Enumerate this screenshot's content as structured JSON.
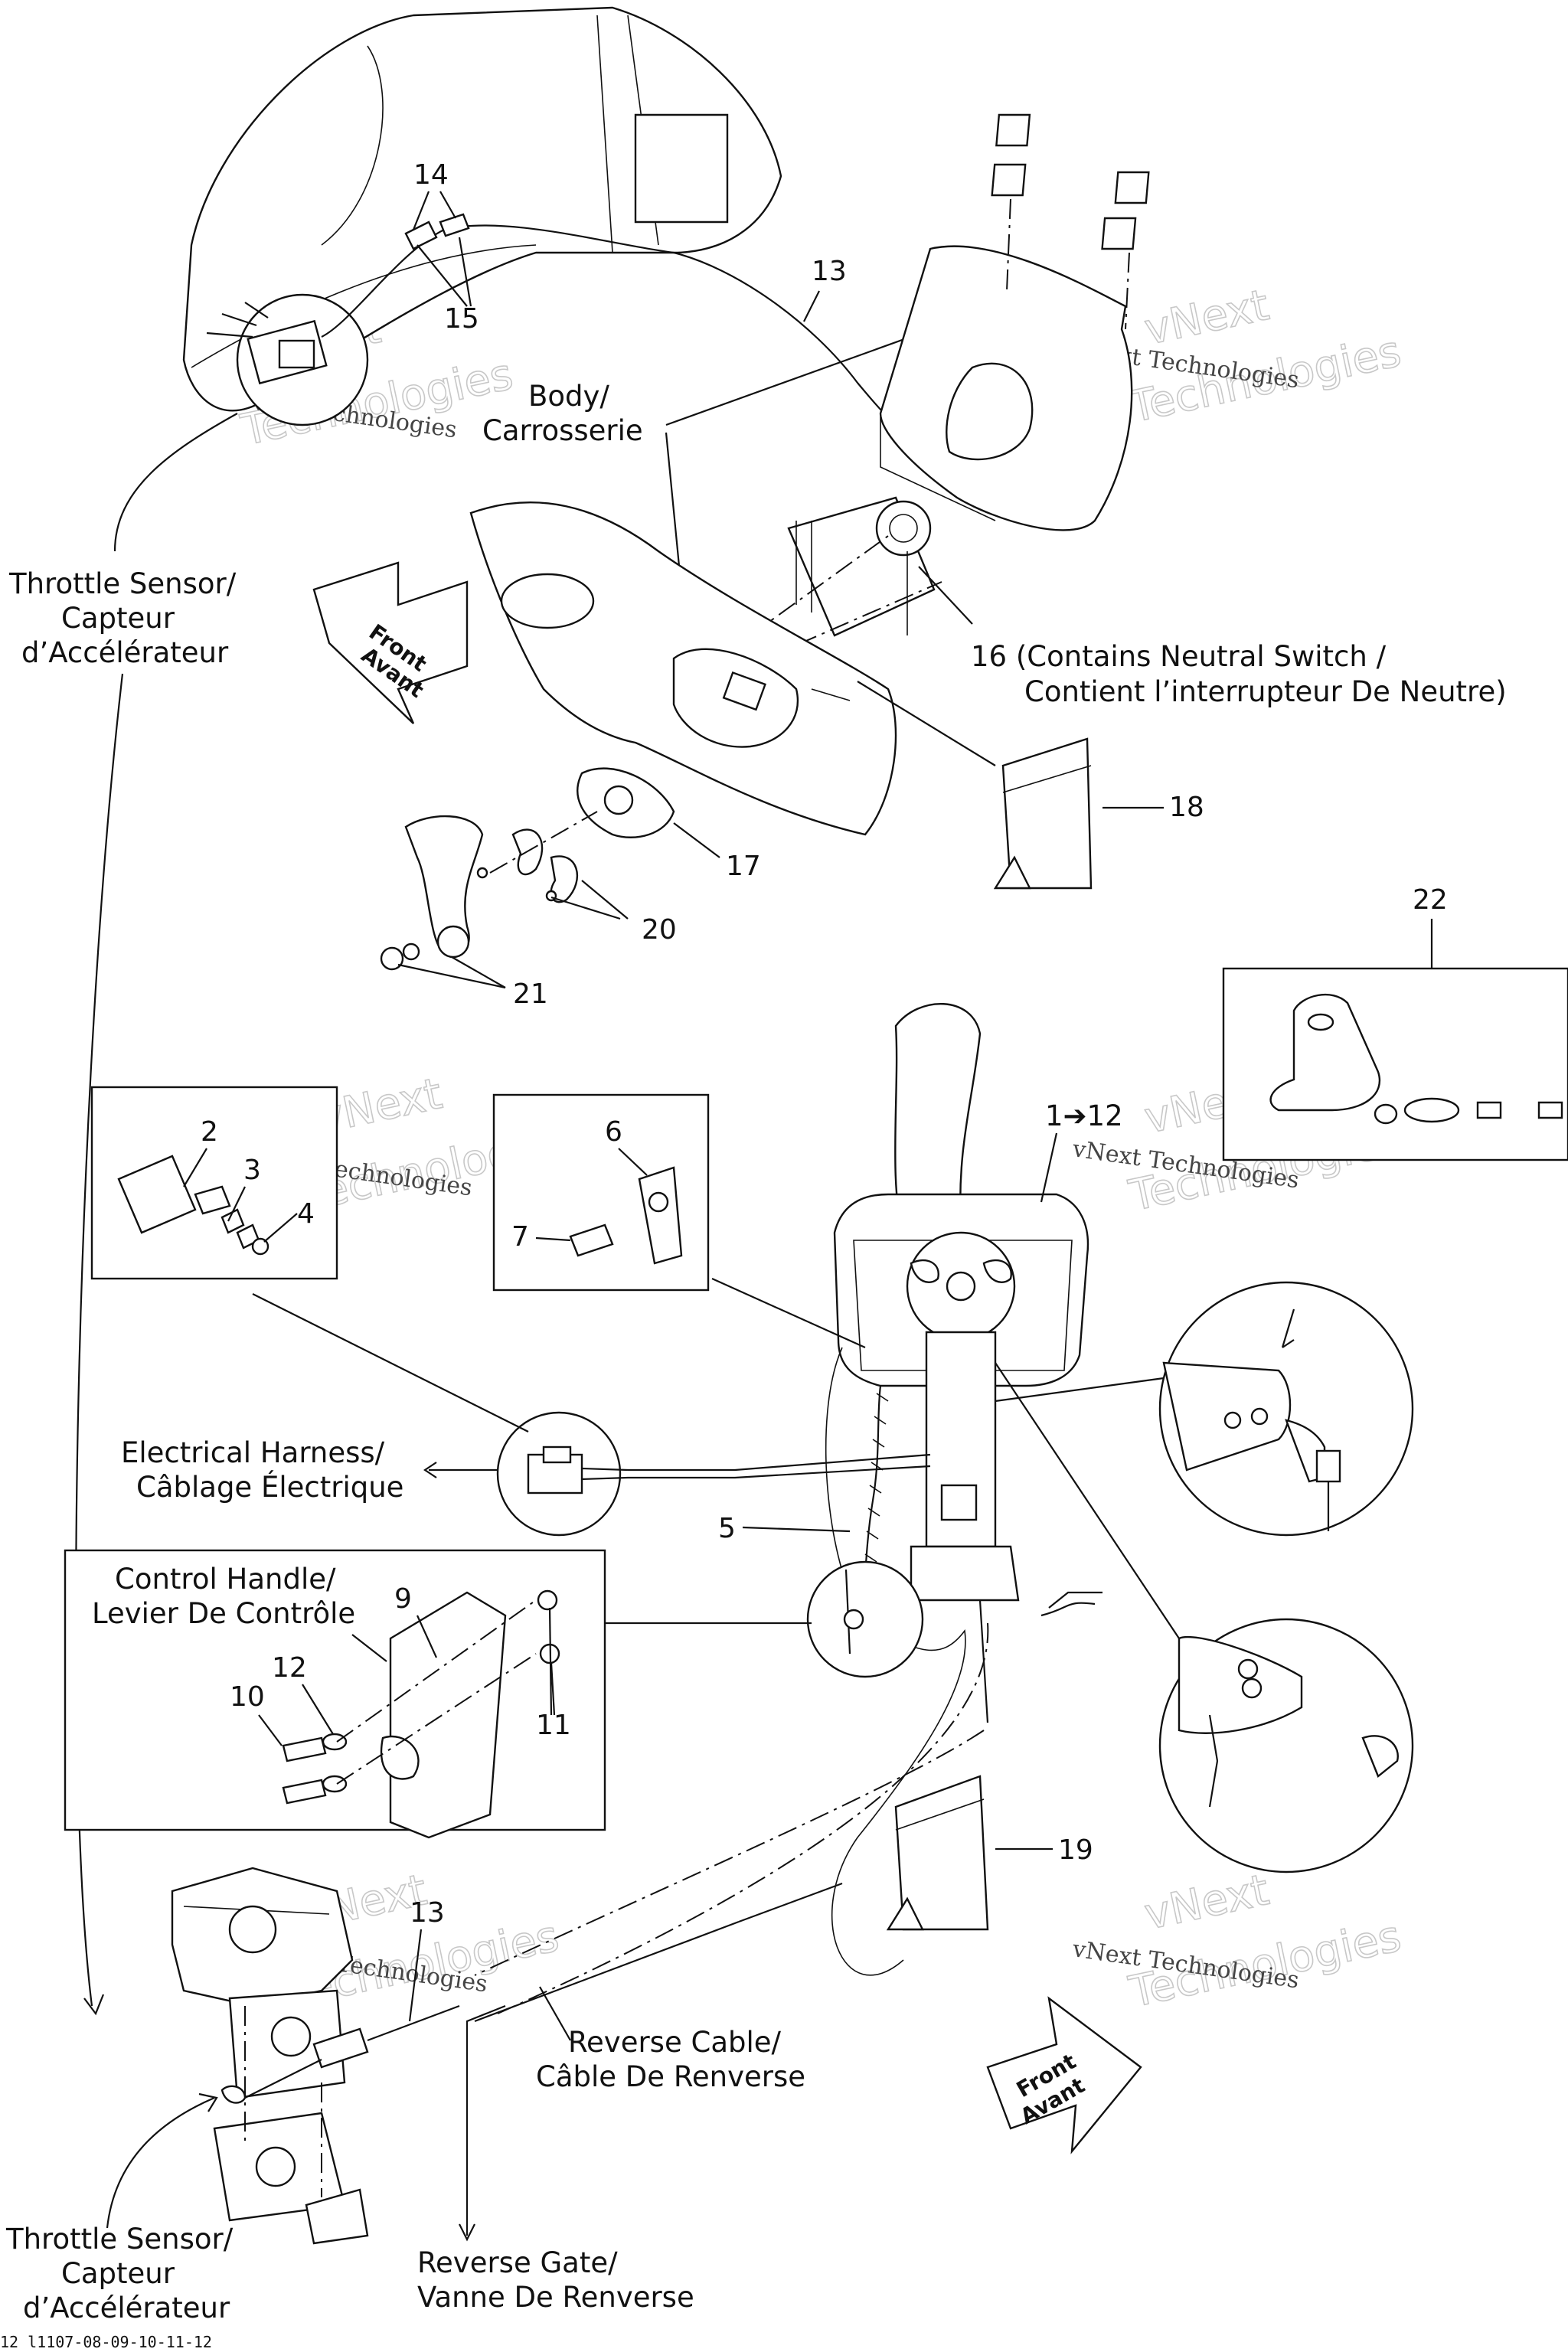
{
  "labels": {
    "body": [
      "Body/",
      "Carrosserie"
    ],
    "throttle_sensor_top": [
      "Throttle Sensor/",
      "Capteur",
      "d’Accélérateur"
    ],
    "throttle_sensor_bottom": [
      "Throttle Sensor/",
      "Capteur",
      "d’Accélérateur"
    ],
    "front_avant_top": [
      "Front",
      "Avant"
    ],
    "front_avant_bottom": [
      "Front",
      "Avant"
    ],
    "neutral_switch": [
      "16 (Contains Neutral Switch /",
      "Contient l’interrupteur De Neutre)"
    ],
    "electrical_harness": [
      "Electrical  Harness/",
      "Câblage Électrique"
    ],
    "control_handle": [
      "Control Handle/",
      "Levier De Contrôle"
    ],
    "reverse_cable": [
      "Reverse Cable/",
      "Câble De Renverse"
    ],
    "reverse_gate": [
      "Reverse Gate/",
      "Vanne De Renverse"
    ],
    "range": "1➔12",
    "reference_code": "12 l1107-08-09-10-11-12"
  },
  "part_numbers": {
    "p2": "2",
    "p3": "3",
    "p4": "4",
    "p5": "5",
    "p6": "6",
    "p7": "7",
    "p9": "9",
    "p10": "10",
    "p11": "11",
    "p12": "12",
    "p13_top": "13",
    "p13_bottom": "13",
    "p14": "14",
    "p15": "15",
    "p17": "17",
    "p18": "18",
    "p19": "19",
    "p20": "20",
    "p21": "21",
    "p22": "22"
  },
  "watermark": {
    "line1": "vNext Technologies",
    "line2": "Technologies",
    "line3": "vNext"
  },
  "colors": {
    "ink": "#111111",
    "background": "#ffffff",
    "watermark": "#c8c8c8"
  }
}
